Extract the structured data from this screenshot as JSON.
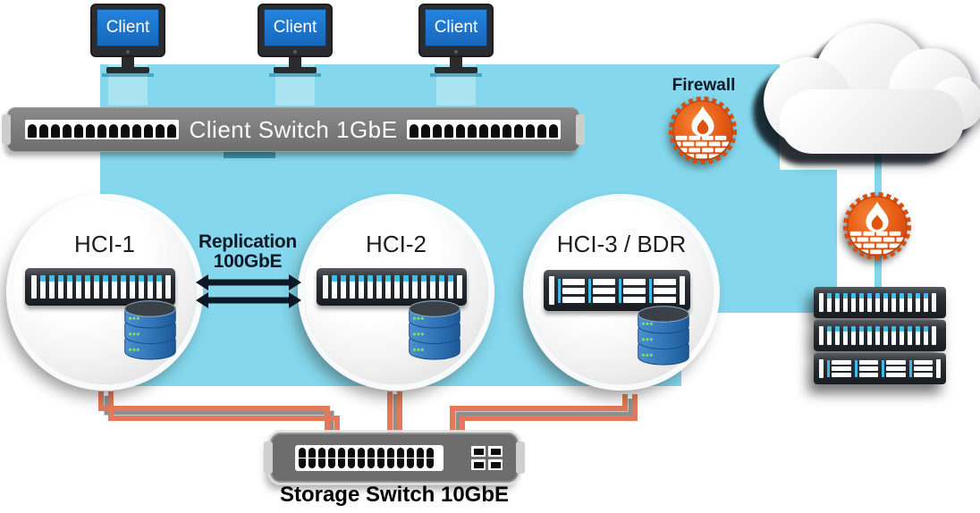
{
  "clients": {
    "labels": [
      "Client",
      "Client",
      "Client"
    ]
  },
  "client_switch": {
    "label": "Client Switch 1GbE"
  },
  "replication": {
    "title": "Replication",
    "speed": "100GbE"
  },
  "hci_nodes": [
    {
      "label": "HCI-1"
    },
    {
      "label": "HCI-2"
    },
    {
      "label": "HCI-3 / BDR"
    }
  ],
  "firewall": {
    "label": "Firewall"
  },
  "storage_switch": {
    "label": "Storage Switch 10GbE"
  },
  "icons": {
    "client": "client-monitor-icon",
    "switch": "network-switch-icon",
    "server": "rack-server-icon",
    "database": "database-icon",
    "firewall": "firewall-icon",
    "cloud": "cloud-icon",
    "rack": "server-rack-icon",
    "replication": "double-arrow-icon"
  },
  "colors": {
    "background_blue": "#84d7ec",
    "connector_light_blue": "#aae4f3",
    "cable_orange": "#e2795a",
    "cable_shadow_gray": "#8f8f8f",
    "firewall_orange": "#e8581a",
    "screen_blue": "#1b74cf",
    "switch_gray": "#6d6d6d",
    "navy_text": "#0c1826",
    "database_blue": "#2e74b8",
    "slat_cyan": "#47bbe7"
  }
}
